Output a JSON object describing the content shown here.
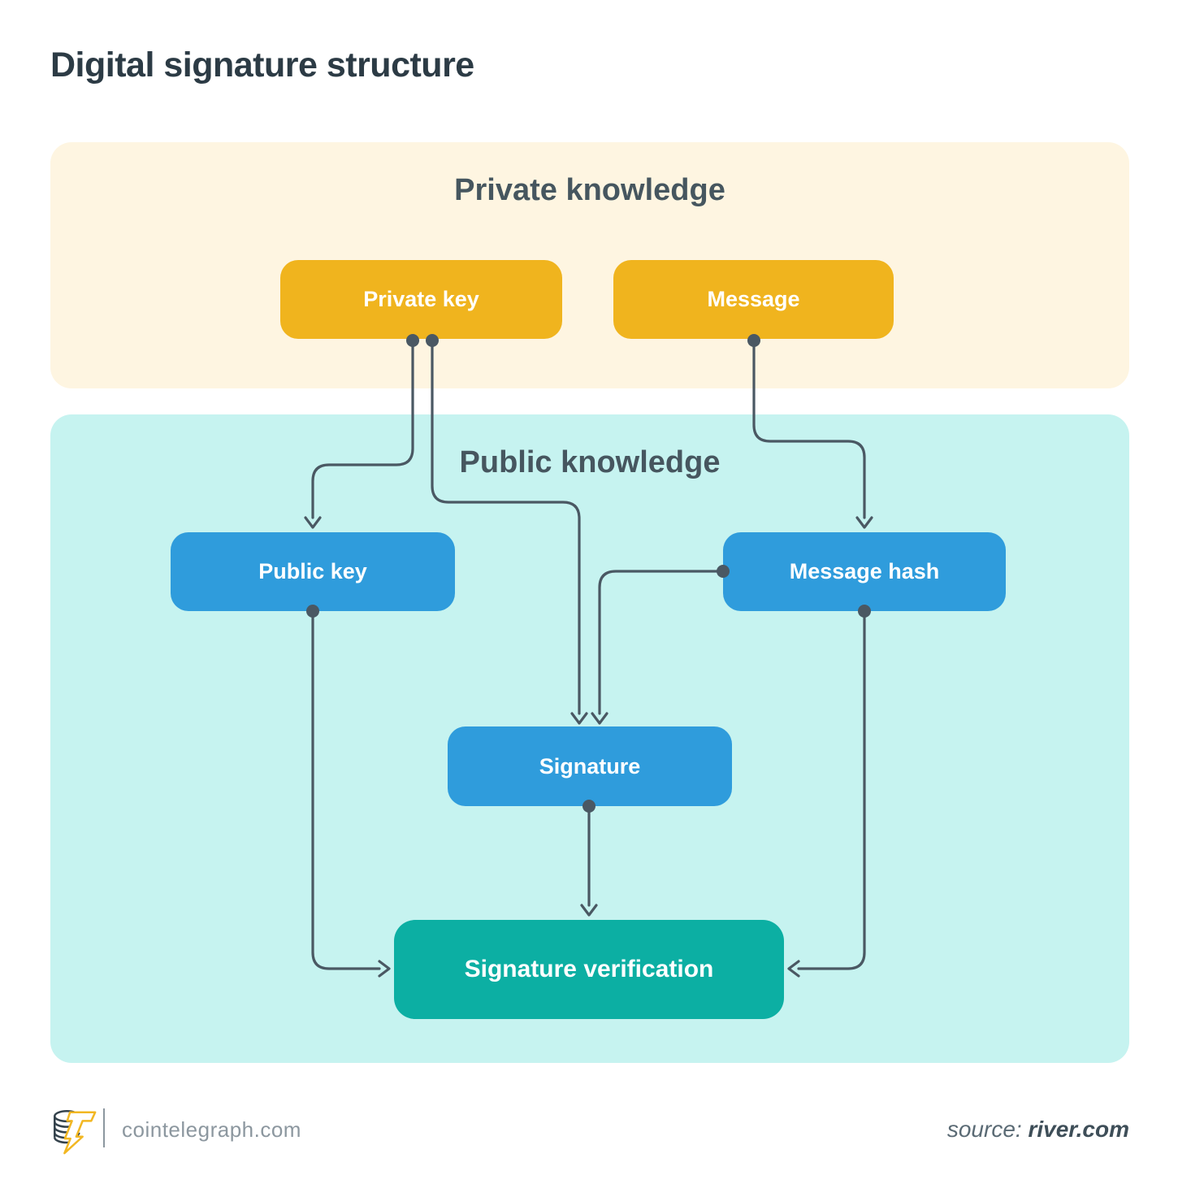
{
  "title": "Digital signature structure",
  "sections": {
    "private": {
      "label": "Private knowledge",
      "bg": "#FEF5E1"
    },
    "public": {
      "label": "Public knowledge",
      "bg": "#C6F3F0"
    }
  },
  "nodes": {
    "private_key": {
      "label": "Private key",
      "color": "#F0B41E"
    },
    "message": {
      "label": "Message",
      "color": "#F0B41E"
    },
    "public_key": {
      "label": "Public key",
      "color": "#2F9CDC"
    },
    "message_hash": {
      "label": "Message hash",
      "color": "#2F9CDC"
    },
    "signature": {
      "label": "Signature",
      "color": "#2F9CDC"
    },
    "signature_verification": {
      "label": "Signature verification",
      "color": "#0CAFA3"
    }
  },
  "edges": [
    {
      "from": "Private key",
      "to": "Public key"
    },
    {
      "from": "Private key",
      "to": "Signature"
    },
    {
      "from": "Message",
      "to": "Message hash"
    },
    {
      "from": "Message hash",
      "to": "Signature"
    },
    {
      "from": "Public key",
      "to": "Signature verification"
    },
    {
      "from": "Message hash",
      "to": "Signature verification"
    },
    {
      "from": "Signature",
      "to": "Signature verification"
    }
  ],
  "connector_color": "#4A5863",
  "text_colors": {
    "title": "#2C3B45",
    "section_heading": "#46565F",
    "node_label": "#FFFFFF"
  },
  "footer": {
    "brand": "cointelegraph.com",
    "source_prefix": "source:",
    "source_name": "river.com"
  }
}
